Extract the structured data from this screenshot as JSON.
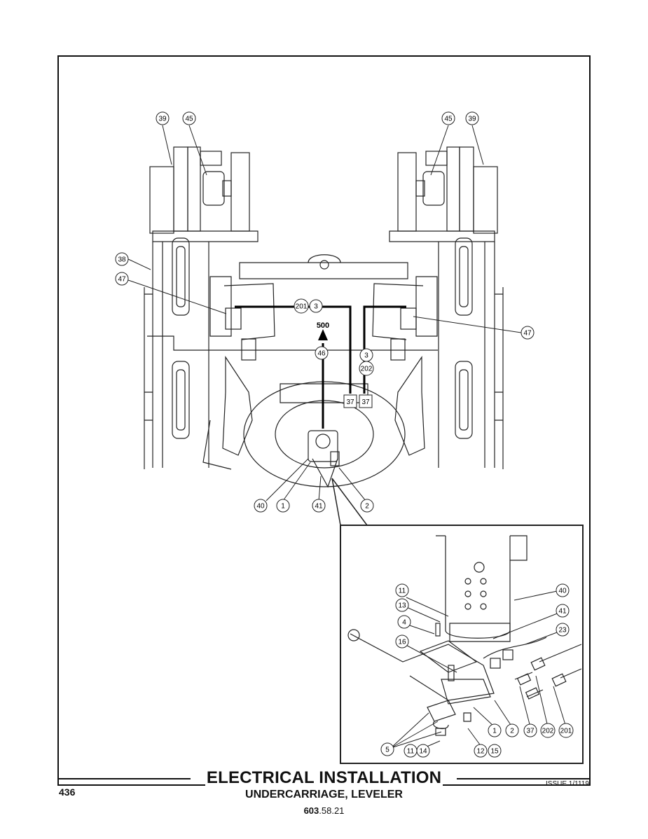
{
  "header": {
    "title": "ELECTRICAL INSTALLATION",
    "subtitle": "UNDERCARRIAGE, LEVELER",
    "section_bold": "603",
    "section_rest": ".58.21"
  },
  "footer": {
    "page_number": "436",
    "issue": "ISSUE 1/1119"
  },
  "callouts": [
    {
      "label": "39"
    },
    {
      "label": "45"
    },
    {
      "label": "45"
    },
    {
      "label": "39"
    },
    {
      "label": "38"
    },
    {
      "label": "47"
    },
    {
      "label": "201"
    },
    {
      "label": "3"
    },
    {
      "label": "46"
    },
    {
      "label": "3"
    },
    {
      "label": "202"
    },
    {
      "label": "47"
    },
    {
      "label": "40"
    },
    {
      "label": "1"
    },
    {
      "label": "41"
    },
    {
      "label": "2"
    },
    {
      "label": "11"
    },
    {
      "label": "13"
    },
    {
      "label": "4"
    },
    {
      "label": "16"
    },
    {
      "label": "40"
    },
    {
      "label": "41"
    },
    {
      "label": "23"
    },
    {
      "label": "1"
    },
    {
      "label": "2"
    },
    {
      "label": "37"
    },
    {
      "label": "202"
    },
    {
      "label": "201"
    },
    {
      "label": "5"
    },
    {
      "label": "11"
    },
    {
      "label": "14"
    },
    {
      "label": "12"
    },
    {
      "label": "15"
    }
  ],
  "boxed_labels": [
    {
      "label": "37"
    },
    {
      "label": "37"
    }
  ],
  "arrow_label": "500"
}
